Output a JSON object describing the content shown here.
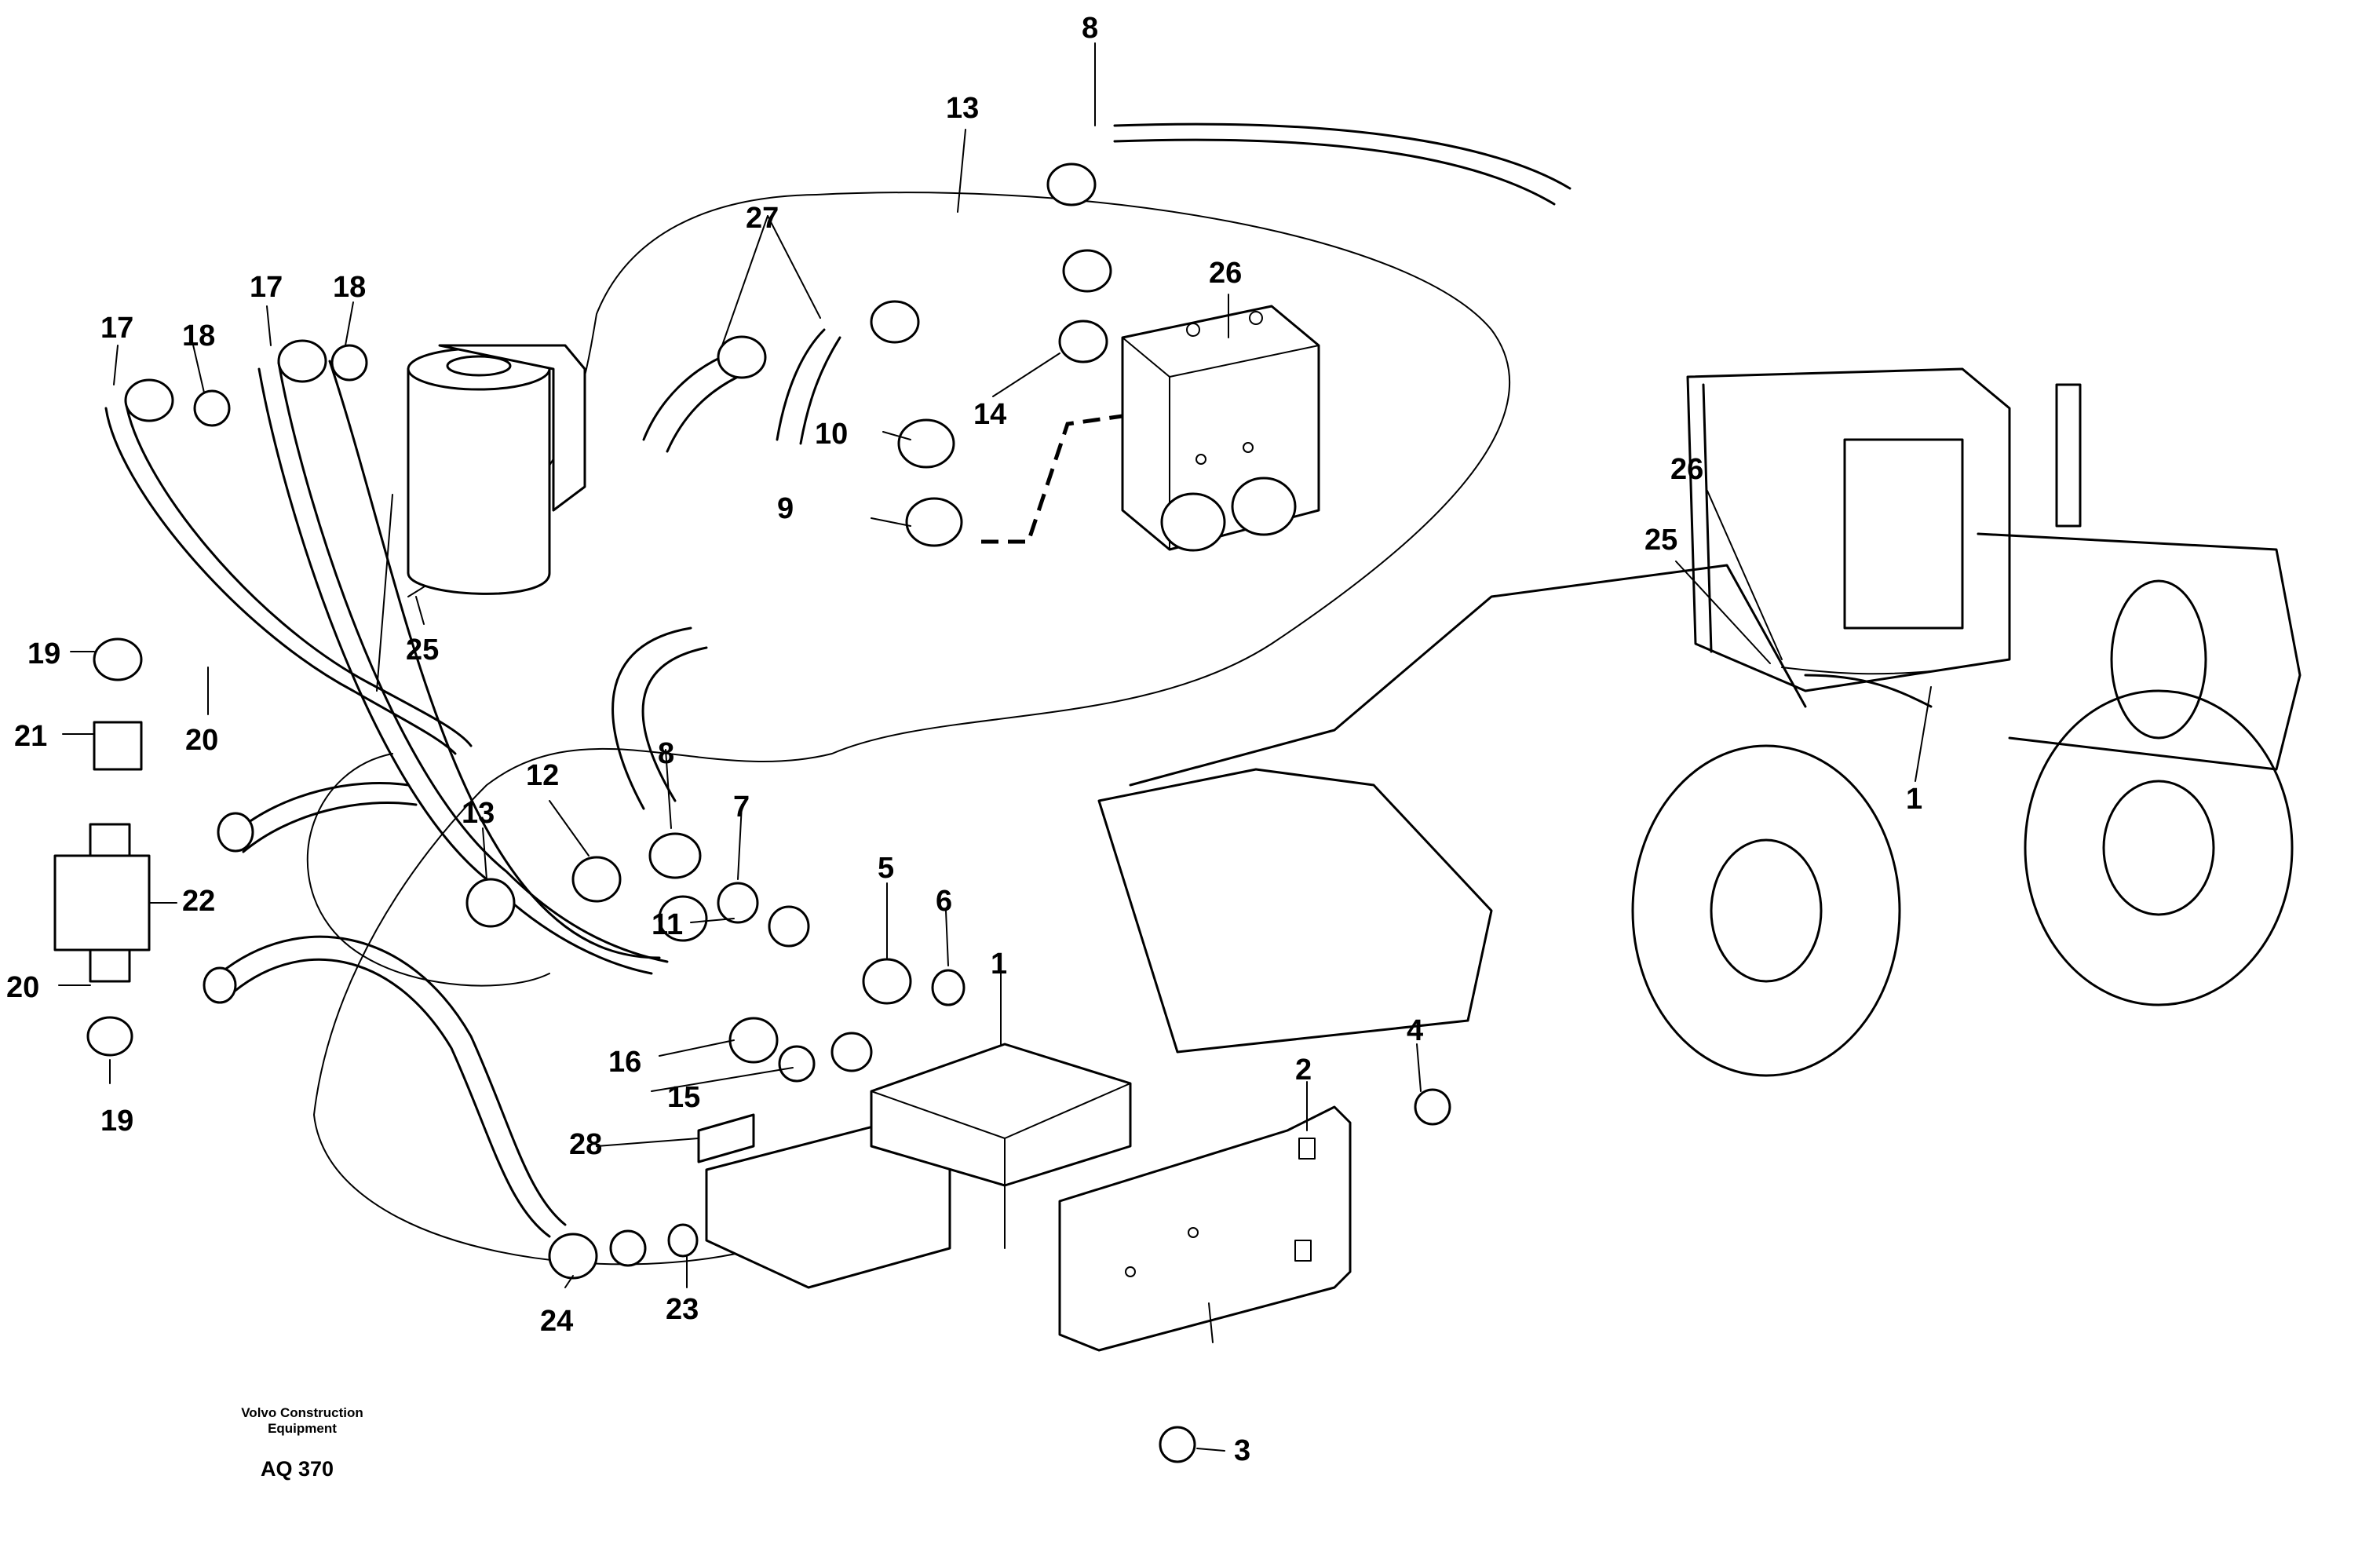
{
  "figure": {
    "caption_line1": "Volvo Construction",
    "caption_line2": "Equipment",
    "code": "AQ 370"
  },
  "callouts": {
    "c1": "1",
    "c1b": "1",
    "c2": "2",
    "c3": "3",
    "c4": "4",
    "c5": "5",
    "c6": "6",
    "c7": "7",
    "c8a": "8",
    "c8b": "8",
    "c9": "9",
    "c10": "10",
    "c11": "11",
    "c12": "12",
    "c13a": "13",
    "c13b": "13",
    "c14": "14",
    "c15": "15",
    "c16": "16",
    "c17a": "17",
    "c17b": "17",
    "c18a": "18",
    "c18b": "18",
    "c19a": "19",
    "c19b": "19",
    "c20a": "20",
    "c20b": "20",
    "c21": "21",
    "c22": "22",
    "c23": "23",
    "c24": "24",
    "c25a": "25",
    "c25b": "25",
    "c26a": "26",
    "c26b": "26",
    "c27": "27",
    "c28": "28"
  }
}
